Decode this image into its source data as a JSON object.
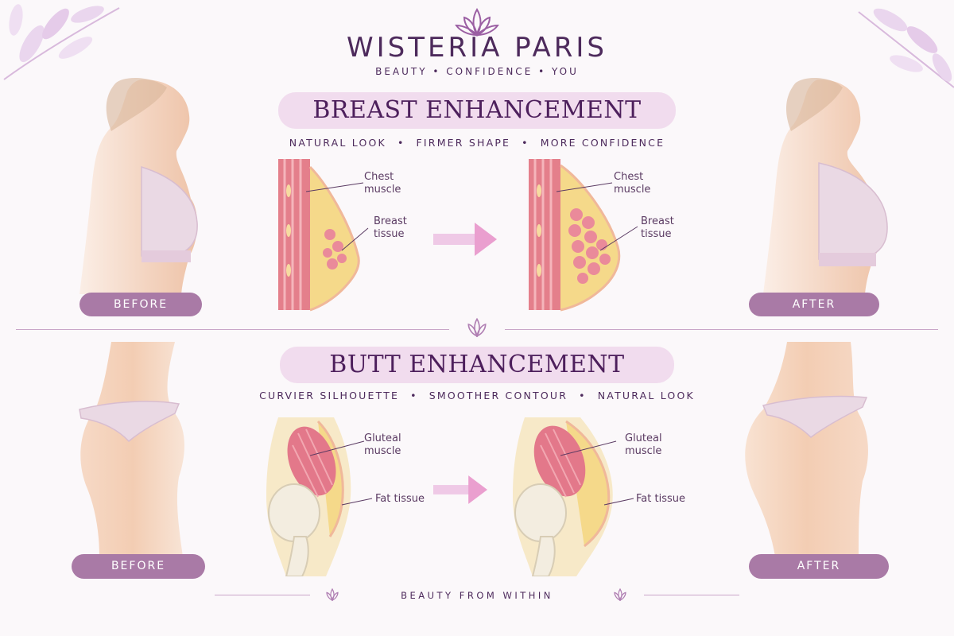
{
  "header": {
    "brand": "WISTERIA PARIS",
    "tagline": "BEAUTY • CONFIDENCE • YOU"
  },
  "breast_section": {
    "title": "BREAST ENHANCEMENT",
    "features": [
      "NATURAL LOOK",
      "FIRMER SHAPE",
      "MORE CONFIDENCE"
    ],
    "before_label": "BEFORE",
    "after_label": "AFTER",
    "diagram_before": {
      "label_1": "Chest\nmuscle",
      "label_2": "Breast\ntissue"
    },
    "diagram_after": {
      "label_1": "Chest\nmuscle",
      "label_2": "Breast\ntissue"
    }
  },
  "butt_section": {
    "title": "BUTT ENHANCEMENT",
    "features": [
      "CURVIER SILHOUETTE",
      "SMOOTHER CONTOUR",
      "NATURAL LOOK"
    ],
    "before_label": "BEFORE",
    "after_label": "AFTER",
    "diagram_before": {
      "label_1": "Gluteal\nmuscle",
      "label_2": "Fat tissue"
    },
    "diagram_after": {
      "label_1": "Gluteal\nmuscle",
      "label_2": "Fat tissue"
    }
  },
  "footer": {
    "text": "BEAUTY FROM WITHIN"
  },
  "colors": {
    "background": "#fbf8fa",
    "brand_purple": "#4d2a5c",
    "pill_purple": "#a97aa6",
    "title_pill_bg": "#f1dcee",
    "muscle_red": "#d9687a",
    "fat_yellow": "#f5d98a",
    "skin": "#f3cdb3"
  },
  "icons": [
    "lotus-icon",
    "leaf-branch-icon",
    "arrow-right-icon"
  ]
}
